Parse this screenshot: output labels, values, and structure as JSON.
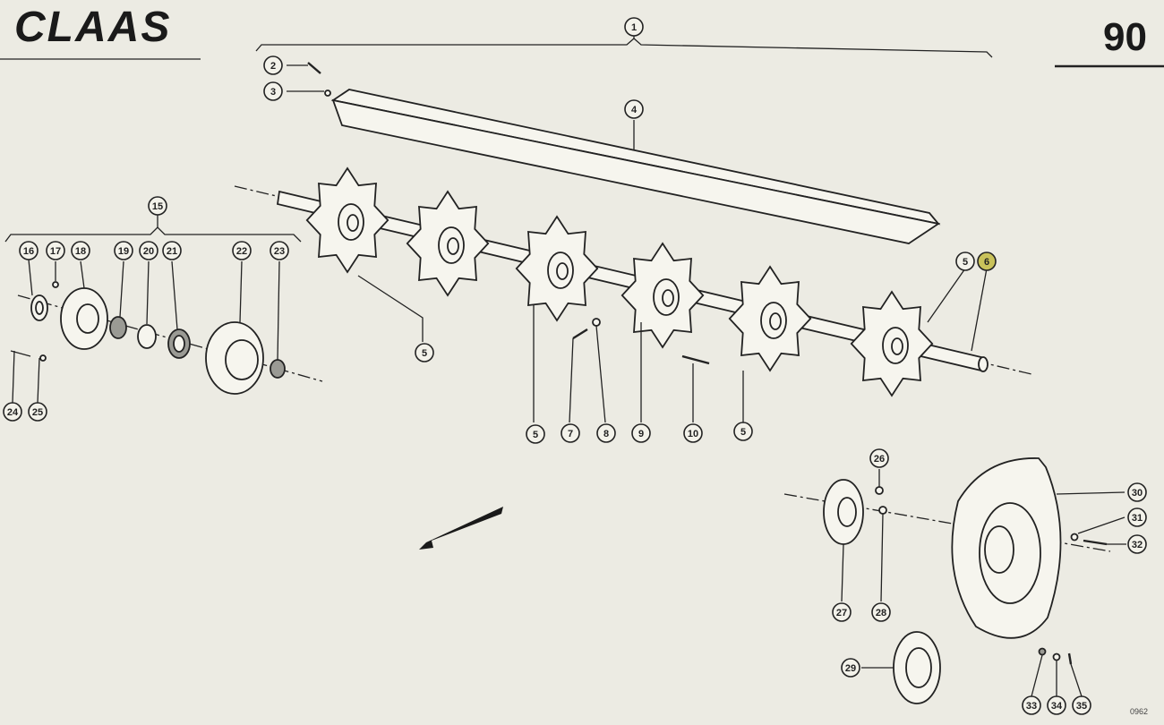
{
  "header": {
    "brand": "CLAAS",
    "page_number": "90"
  },
  "footer": {
    "drawing_code": "0962"
  },
  "callouts": [
    {
      "id": "c1",
      "label": "1"
    },
    {
      "id": "c2",
      "label": "2"
    },
    {
      "id": "c3",
      "label": "3"
    },
    {
      "id": "c4",
      "label": "4"
    },
    {
      "id": "c5a",
      "label": "5"
    },
    {
      "id": "c5b",
      "label": "5"
    },
    {
      "id": "c5c",
      "label": "5"
    },
    {
      "id": "c5d",
      "label": "5"
    },
    {
      "id": "c6",
      "label": "6"
    },
    {
      "id": "c7",
      "label": "7"
    },
    {
      "id": "c8",
      "label": "8"
    },
    {
      "id": "c9",
      "label": "9"
    },
    {
      "id": "c10",
      "label": "10"
    },
    {
      "id": "c15",
      "label": "15"
    },
    {
      "id": "c16",
      "label": "16"
    },
    {
      "id": "c17",
      "label": "17"
    },
    {
      "id": "c18",
      "label": "18"
    },
    {
      "id": "c19",
      "label": "19"
    },
    {
      "id": "c20",
      "label": "20"
    },
    {
      "id": "c21",
      "label": "21"
    },
    {
      "id": "c22",
      "label": "22"
    },
    {
      "id": "c23",
      "label": "23"
    },
    {
      "id": "c24",
      "label": "24"
    },
    {
      "id": "c25",
      "label": "25"
    },
    {
      "id": "c26",
      "label": "26"
    },
    {
      "id": "c27",
      "label": "27"
    },
    {
      "id": "c28",
      "label": "28"
    },
    {
      "id": "c29",
      "label": "29"
    },
    {
      "id": "c30",
      "label": "30"
    },
    {
      "id": "c31",
      "label": "31"
    },
    {
      "id": "c32",
      "label": "32"
    },
    {
      "id": "c33",
      "label": "33"
    },
    {
      "id": "c34",
      "label": "34"
    },
    {
      "id": "c35",
      "label": "35"
    }
  ]
}
